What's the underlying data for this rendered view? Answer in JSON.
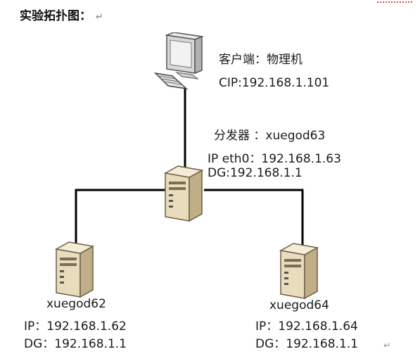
{
  "document": {
    "heading": "实验拓扑图：",
    "paragraph_mark": "↵"
  },
  "client": {
    "name_label": "客户端：物理机",
    "ip_label": "CIP:192.168.1.101"
  },
  "director": {
    "name_label": "分发器 ：xuegod63",
    "ip_label": "IP eth0：192.168.1.63",
    "gateway_label": "DG:192.168.1.1"
  },
  "server_left": {
    "name_label": "xuegod62",
    "ip_label": "IP：192.168.1.62",
    "gateway_label": "DG：192.168.1.1"
  },
  "server_right": {
    "name_label": "xuegod64",
    "ip_label": "IP：192.168.1.64",
    "gateway_label": "DG：192.168.1.1"
  },
  "colors": {
    "wire": "#000000",
    "server_body": "#e9dcbc",
    "server_side": "#bfae86",
    "server_top": "#f4ecd6",
    "annotation_mark": "#d64b4b"
  }
}
